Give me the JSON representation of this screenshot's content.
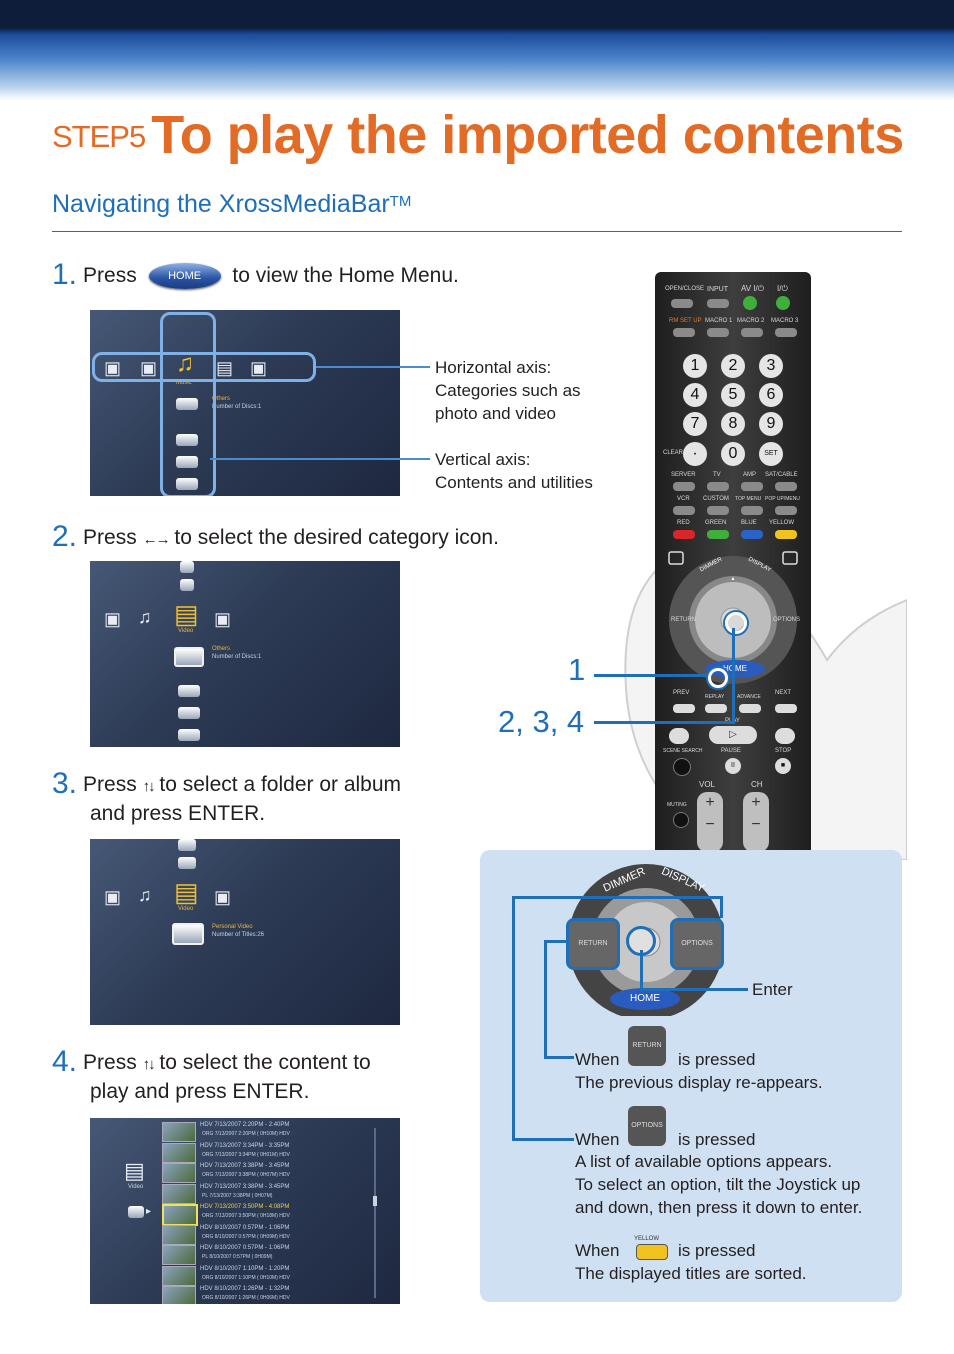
{
  "header": {
    "step": "STEP5",
    "title": "To play the imported contents",
    "subtitle": "Navigating the XrossMediaBar",
    "subtitle_tm": "TM"
  },
  "step1": {
    "num": "1.",
    "press": "Press",
    "button": "HOME",
    "rest": "to view the Home Menu.",
    "screen": {
      "category": "Music",
      "item_title": "Others",
      "item_sub": "Number of Discs:1"
    },
    "callouts": {
      "horizontal_title": "Horizontal axis:",
      "horizontal_desc": "Categories such as photo and video",
      "vertical_title": "Vertical axis:",
      "vertical_desc": "Contents and utilities"
    }
  },
  "step2": {
    "num": "2.",
    "press": "Press",
    "arrows": "←→",
    "rest": "to select the desired category icon.",
    "screen": {
      "category": "Video",
      "item_title": "Others",
      "item_sub": "Number of Discs:1"
    }
  },
  "step3": {
    "num": "3.",
    "press": "Press",
    "arrows": "↑↓",
    "rest": "to select a folder or album",
    "rest2": "and press ENTER.",
    "screen": {
      "category": "Video",
      "item_title": "Personal Video",
      "item_sub": "Number of Titles:26"
    }
  },
  "step4": {
    "num": "4.",
    "press": "Press",
    "arrows": "↑↓",
    "rest": "to select the content to",
    "rest2": "play and press ENTER.",
    "screen": {
      "category": "Video",
      "rows": [
        {
          "a": "HDV   7/13/2007   2:20PM  -  2:40PM",
          "b": "ORG      7/13/2007  2:20PM ( 0H10M)  HDV"
        },
        {
          "a": "HDV   7/13/2007   3:34PM  -  3:35PM",
          "b": "ORG      7/13/2007  3:34PM ( 0H01M)  HDV"
        },
        {
          "a": "HDV   7/13/2007   3:38PM  -  3:45PM",
          "b": "ORG      7/13/2007  3:38PM ( 0H07M)  HDV"
        },
        {
          "a": "HDV   7/13/2007   3:38PM  -  3:45PM",
          "b": "PL       7/13/2007  3:38PM ( 0H07M)"
        },
        {
          "a": "HDV   7/13/2007   3:50PM  -  4:08PM",
          "b": "ORG      7/13/2007  3:50PM ( 0H18M)  HDV"
        },
        {
          "a": "HDV   8/10/2007   0:57PM  -  1:06PM",
          "b": "ORG      8/10/2007  0:57PM ( 0H09M)  HDV"
        },
        {
          "a": "HDV   8/10/2007   0:57PM  -  1:06PM",
          "b": "PL       8/10/2007  0:57PM ( 0H09M)"
        },
        {
          "a": "HDV   8/10/2007   1:10PM  -  1:20PM",
          "b": "ORG      8/10/2007  1:10PM ( 0H10M)  HDV"
        },
        {
          "a": "HDV   8/10/2007   1:26PM  -  1:32PM",
          "b": "ORG      8/10/2007  1:26PM ( 0H06M)  HDV"
        }
      ]
    }
  },
  "remote": {
    "top_labels": [
      "OPEN/CLOSE",
      "INPUT",
      "AV I/⏻",
      "I/⏻"
    ],
    "rm_labels": [
      "RM SET UP",
      "MACRO 1",
      "MACRO 2",
      "MACRO 3"
    ],
    "numbers": [
      "1",
      "2",
      "3",
      "4",
      "5",
      "6",
      "7",
      "8",
      "9",
      "0"
    ],
    "clear": "CLEAR",
    "set": "SET",
    "row_a": [
      "SERVER",
      "TV",
      "AMP",
      "SAT/CABLE"
    ],
    "row_b": [
      "VCR",
      "CUSTOM",
      "TOP MENU",
      "POP UP/MENU"
    ],
    "colors": [
      "RED",
      "GREEN",
      "BLUE",
      "YELLOW"
    ],
    "dimmer": "DIMMER",
    "display": "DISPLAY",
    "return": "RETURN",
    "options": "OPTIONS",
    "home": "HOME",
    "transport": [
      "PREV",
      "REPLAY",
      "ADVANCE",
      "NEXT"
    ],
    "play": "PLAY",
    "scene": "SCENE SEARCH",
    "pause": "PAUSE",
    "stop": "STOP",
    "vol": "VOL",
    "ch": "CH",
    "muting": "MUTING",
    "callout_1": "1",
    "callout_234": "2, 3, 4"
  },
  "panel": {
    "dimmer": "DIMMER",
    "display": "DISPLAY",
    "return": "RETURN",
    "options": "OPTIONS",
    "home": "HOME",
    "enter": "Enter",
    "when": "When",
    "is_pressed": "is pressed",
    "return_desc": "The previous display re-appears.",
    "options_desc1": "A list of available options appears.",
    "options_desc2": "To select an option, tilt the Joystick up",
    "options_desc3": "and down, then press it down to enter.",
    "yellow": "YELLOW",
    "yellow_desc": "The displayed titles are sorted."
  },
  "colors": {
    "accent_orange": "#e26b26",
    "accent_blue": "#1e6fb8",
    "panel_bg": "#cfe0f3"
  }
}
